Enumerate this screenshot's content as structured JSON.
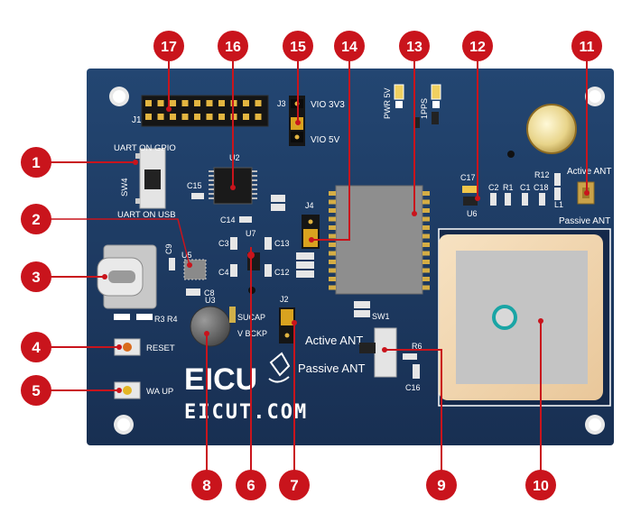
{
  "board": {
    "pcb_color": "#1d3b63",
    "callout_color": "#c9141c",
    "brand_logo": "EICU",
    "brand_url": "EICUT.COM"
  },
  "silkscreen": {
    "j1": "J1",
    "j3": "J3",
    "vio_3v3": "VIO 3V3",
    "vio_5v": "VIO 5V",
    "pwr_5v": "PWR 5V",
    "pps": "1PPS",
    "uart_on_gpio": "UART ON GPIO",
    "uart_on_usb": "UART ON USB",
    "sw4": "SW4",
    "u2": "U2",
    "c15": "C15",
    "c14": "C14",
    "j4": "J4",
    "u7": "U7",
    "c3": "C3",
    "c13": "C13",
    "c4": "C4",
    "c12": "C12",
    "u5": "U5",
    "c9": "C9",
    "c8": "C8",
    "u3": "U3",
    "j2": "J2",
    "sucap": "SUCAP",
    "v_bckp": "V BCKP",
    "r3r4": "R3 R4",
    "reset": "RESET",
    "wake_up": "WA UP",
    "active_ant_switch": "Active ANT",
    "passive_ant_switch": "Passive ANT",
    "sw1": "SW1",
    "r6": "R6",
    "c16": "C16",
    "c17": "C17",
    "u6": "U6",
    "c2": "C2",
    "r1": "R1",
    "c1": "C1",
    "c18": "C18",
    "r12": "R12",
    "l1": "L1",
    "active_ant": "Active ANT",
    "passive_ant": "Passive ANT"
  },
  "callouts": [
    "1",
    "2",
    "3",
    "4",
    "5",
    "6",
    "7",
    "8",
    "9",
    "10",
    "11",
    "12",
    "13",
    "14",
    "15",
    "16",
    "17"
  ]
}
